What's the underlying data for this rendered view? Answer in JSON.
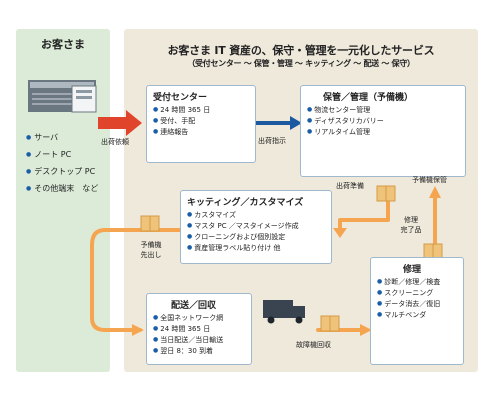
{
  "customer": {
    "title": "お客さま",
    "items": [
      "サーバ",
      "ノート PC",
      "デスクトップ PC",
      "その他端末　など"
    ]
  },
  "header": {
    "title": "お客さま IT 資産の、保守・管理を一元化したサービス",
    "subtitle": "（受付センター ～ 保管・管理 ～ キッティング ～ 配送 ～ 保守）"
  },
  "reception": {
    "title": "受付センター",
    "items": [
      "24 時間 365 日",
      "受付、手配",
      "連絡報告"
    ]
  },
  "storage": {
    "title": "保管／管理（予備機）",
    "items": [
      "物流センター管理",
      "ディザスタリカバリー",
      "リアルタイム管理"
    ]
  },
  "kitting": {
    "title": "キッティング／カスタマイズ",
    "items": [
      "カスタマイズ",
      "マスタ PC ／マスタイメージ作成",
      "クローニングおよび個別設定",
      "資産管理ラベル貼り付け 他"
    ]
  },
  "delivery": {
    "title": "配送／回収",
    "items": [
      "全国ネットワーク網",
      "24 時間 365 日",
      "当日配送／当日輸送",
      "翌日 8：30 到着"
    ]
  },
  "repair": {
    "title": "修理",
    "items": [
      "診断／修理／検査",
      "スクリーニング",
      "データ消去／復旧",
      "マルチベンダ"
    ]
  },
  "labels": {
    "shipping_request": "出荷依頼",
    "shipping_instruction": "出荷指示",
    "spare_storage": "予備機保管",
    "shipping_prep": "出荷準備",
    "repair_done_1": "修理",
    "repair_done_2": "完了品",
    "spare_out_1": "予備機",
    "spare_out_2": "先出し",
    "failed_collect": "故障機回収"
  },
  "colors": {
    "customer_panel": "#dcebd8",
    "service_panel": "#efe9dc",
    "bullet": "#1a5ea8",
    "arrow_orange": "#f5a550",
    "arrow_blue": "#1b5aa0",
    "arrow_red": "#e0452c"
  }
}
